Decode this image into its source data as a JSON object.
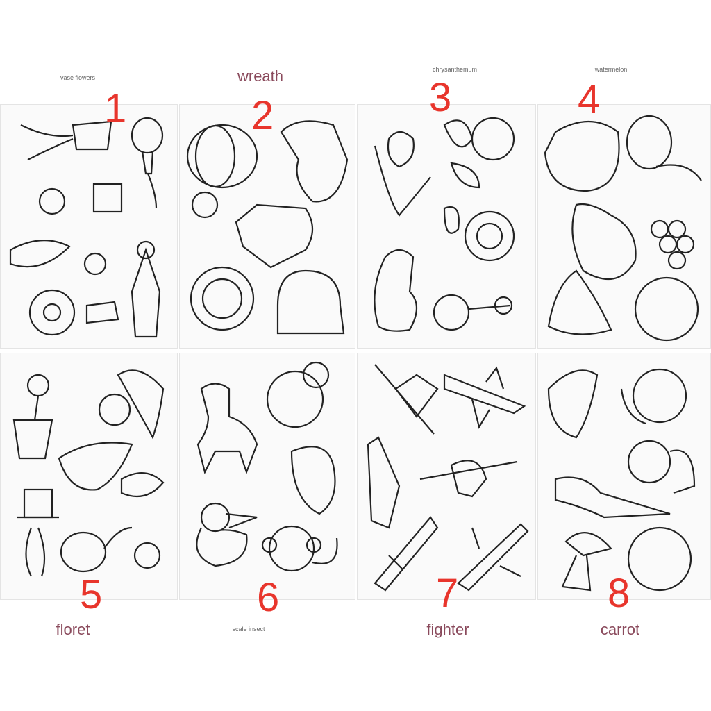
{
  "sheets": [
    {
      "number": "1",
      "label": "vase flowers",
      "items": [
        "vase-flower-icon",
        "mushroom-icon",
        "watering-can-icon",
        "vase-icon",
        "sunflower-icon",
        "daisy-icon"
      ]
    },
    {
      "number": "2",
      "label": "wreath",
      "items": [
        "basket-icon",
        "boots-icon",
        "orange-icon",
        "boot-icon",
        "wreath-icon",
        "armchair-icon"
      ]
    },
    {
      "number": "3",
      "label": "chrysanthemum",
      "items": [
        "tulip-icon",
        "chrysanthemum-icon",
        "flower-icon",
        "corn-icon",
        "teapot-icon"
      ]
    },
    {
      "number": "4",
      "label": "watermelon",
      "items": [
        "apple-icon",
        "pineapple-icon",
        "pear-icon",
        "grapes-icon",
        "banana-icon",
        "watermelon-icon"
      ]
    },
    {
      "number": "5",
      "label": "floret",
      "items": [
        "potted-flower-icon",
        "flower-icon",
        "leaves-icon",
        "bellflower-icon",
        "hat-icon",
        "vase-icon"
      ]
    },
    {
      "number": "6",
      "label": "scale insect",
      "items": [
        "goat-icon",
        "ladybug-icon",
        "parrot-icon",
        "pelican-icon",
        "monkey-icon"
      ]
    },
    {
      "number": "7",
      "label": "fighter",
      "items": [
        "robot-icon",
        "jet-icon",
        "ship-icon",
        "helicopter-icon",
        "rifle-icon",
        "fighter-jet-icon"
      ]
    },
    {
      "number": "8",
      "label": "carrot",
      "items": [
        "leaf-icon",
        "cabbage-icon",
        "pie-icon",
        "carrot-icon",
        "mushroom-icon",
        "tomato-icon"
      ]
    }
  ],
  "colors": {
    "number": "#e8352c",
    "label": "#8a4a5c"
  }
}
